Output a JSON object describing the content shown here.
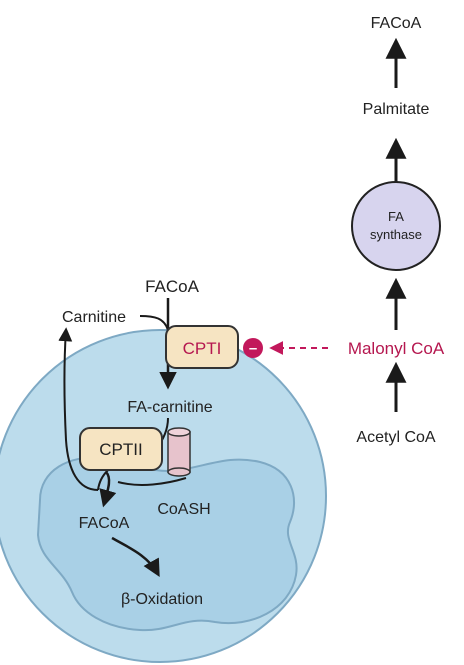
{
  "labels": {
    "facoa_top": "FACoA",
    "palmitate": "Palmitate",
    "fa_synthase_line1": "FA",
    "fa_synthase_line2": "synthase",
    "facoa_mid": "FACoA",
    "carnitine": "Carnitine",
    "cpt1": "CPTI",
    "malonyl_coa": "Malonyl CoA",
    "fa_carnitine": "FA-carnitine",
    "cpt2": "CPTII",
    "acetyl_coa": "Acetyl CoA",
    "coash": "CoASH",
    "facoa_inner": "FACoA",
    "beta_oxidation": "β-Oxidation",
    "inhibition_symbol": "–"
  },
  "colors": {
    "mito_outer": "#bcdcec",
    "mito_inner": "#a9d0e6",
    "mito_stroke": "#7ea9c4",
    "synthase_fill": "#d7d4ee",
    "enzyme_box": "#f6e4c2",
    "channel": "#e7c3cc",
    "inhibitor": "#c2185b",
    "arrow": "#1a1a1a"
  }
}
